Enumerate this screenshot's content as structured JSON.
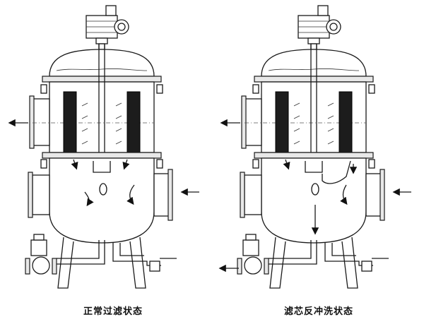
{
  "diagram": {
    "panels": [
      {
        "id": "left",
        "caption": "正常过滤状态"
      },
      {
        "id": "right",
        "caption": "滤芯反冲洗状态"
      }
    ],
    "icons": [
      "motor-gearbox-icon",
      "filter-cartridge-icon",
      "flow-arrow-icon",
      "valve-icon",
      "inlet-arrow-icon",
      "outlet-arrow-icon",
      "drain-arrow-icon"
    ]
  }
}
